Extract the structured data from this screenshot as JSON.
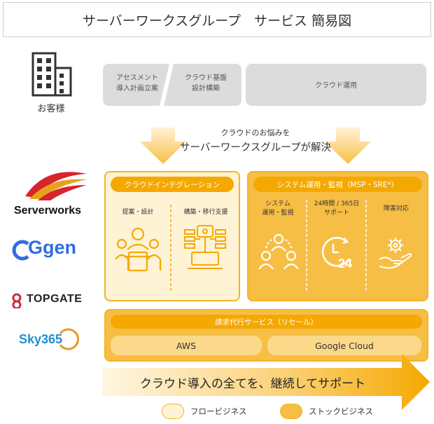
{
  "title": "サーバーワークスグループ　サービス 簡易図",
  "customer_label": "お客様",
  "phases": {
    "assessment": [
      "アセスメント",
      "導入計画立案"
    ],
    "infra": [
      "クラウド基盤",
      "設計構築"
    ],
    "operation": "クラウド運用"
  },
  "solve_text": {
    "line1": "クラウドのお悩みを",
    "line2": "サーバーワークスグループが解決"
  },
  "companies": [
    "Serverworks",
    "Ggen",
    "TOPGATE",
    "Sky365"
  ],
  "integration": {
    "header": "クラウドインテグレーション",
    "columns": [
      "提案・設計",
      "構築・移行支援"
    ]
  },
  "operation_box": {
    "header": "システム運用・監視（MSP・SRE*）",
    "columns": [
      [
        "システム",
        "運用・監視"
      ],
      [
        "24時間 / 365日",
        "サポート"
      ],
      [
        "障害対応"
      ]
    ]
  },
  "reselling": {
    "header": "請求代行サービス（リセール）",
    "items": [
      "AWS",
      "Google Cloud"
    ]
  },
  "arrow_text": "クラウド導入の全てを、継続してサポート",
  "legend": {
    "flow": "フロービジネス",
    "stock": "ストックビジネス"
  },
  "colors": {
    "accent": "#f5a800",
    "flow_bg": "#fff3d6",
    "stock_bg": "#f7be45",
    "gray": "#dcdcdc"
  },
  "icons": [
    "building-icon",
    "people-meeting-icon",
    "network-computer-icon",
    "team-icon",
    "clock-24-icon",
    "gear-hand-icon"
  ]
}
